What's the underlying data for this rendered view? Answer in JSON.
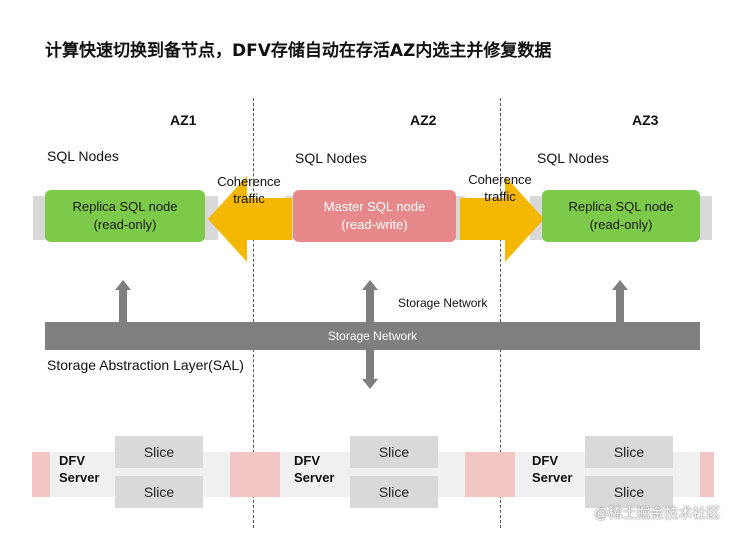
{
  "title": "计算快速切换到备节点，DFV存储自动在存活AZ内选主并修复数据",
  "zones": [
    "AZ1",
    "AZ2",
    "AZ3"
  ],
  "sql_nodes_label": "SQL Nodes",
  "nodes": [
    {
      "line1": "Replica SQL node",
      "line2": "(read-only)"
    },
    {
      "line1": "Master SQL node",
      "line2": "(read-write)"
    },
    {
      "line1": "Replica SQL node",
      "line2": "(read-only)"
    }
  ],
  "coherence": {
    "line1": "Coherence",
    "line2": "traffic"
  },
  "storage_network_label": "Storage Network",
  "storage_network_bar": "Storage Network",
  "sal_label": "Storage Abstraction Layer(SAL)",
  "dfv": {
    "line1": "DFV",
    "line2": "Server"
  },
  "slice_label": "Slice",
  "watermark": "@稀土掘金技术社区",
  "colors": {
    "replica_node": "#7dc94a",
    "master_node": "#e7898a",
    "coherence_arrow": "#f5b800",
    "storage_bar": "#7f7f7f",
    "slice": "#d9d9d9"
  }
}
